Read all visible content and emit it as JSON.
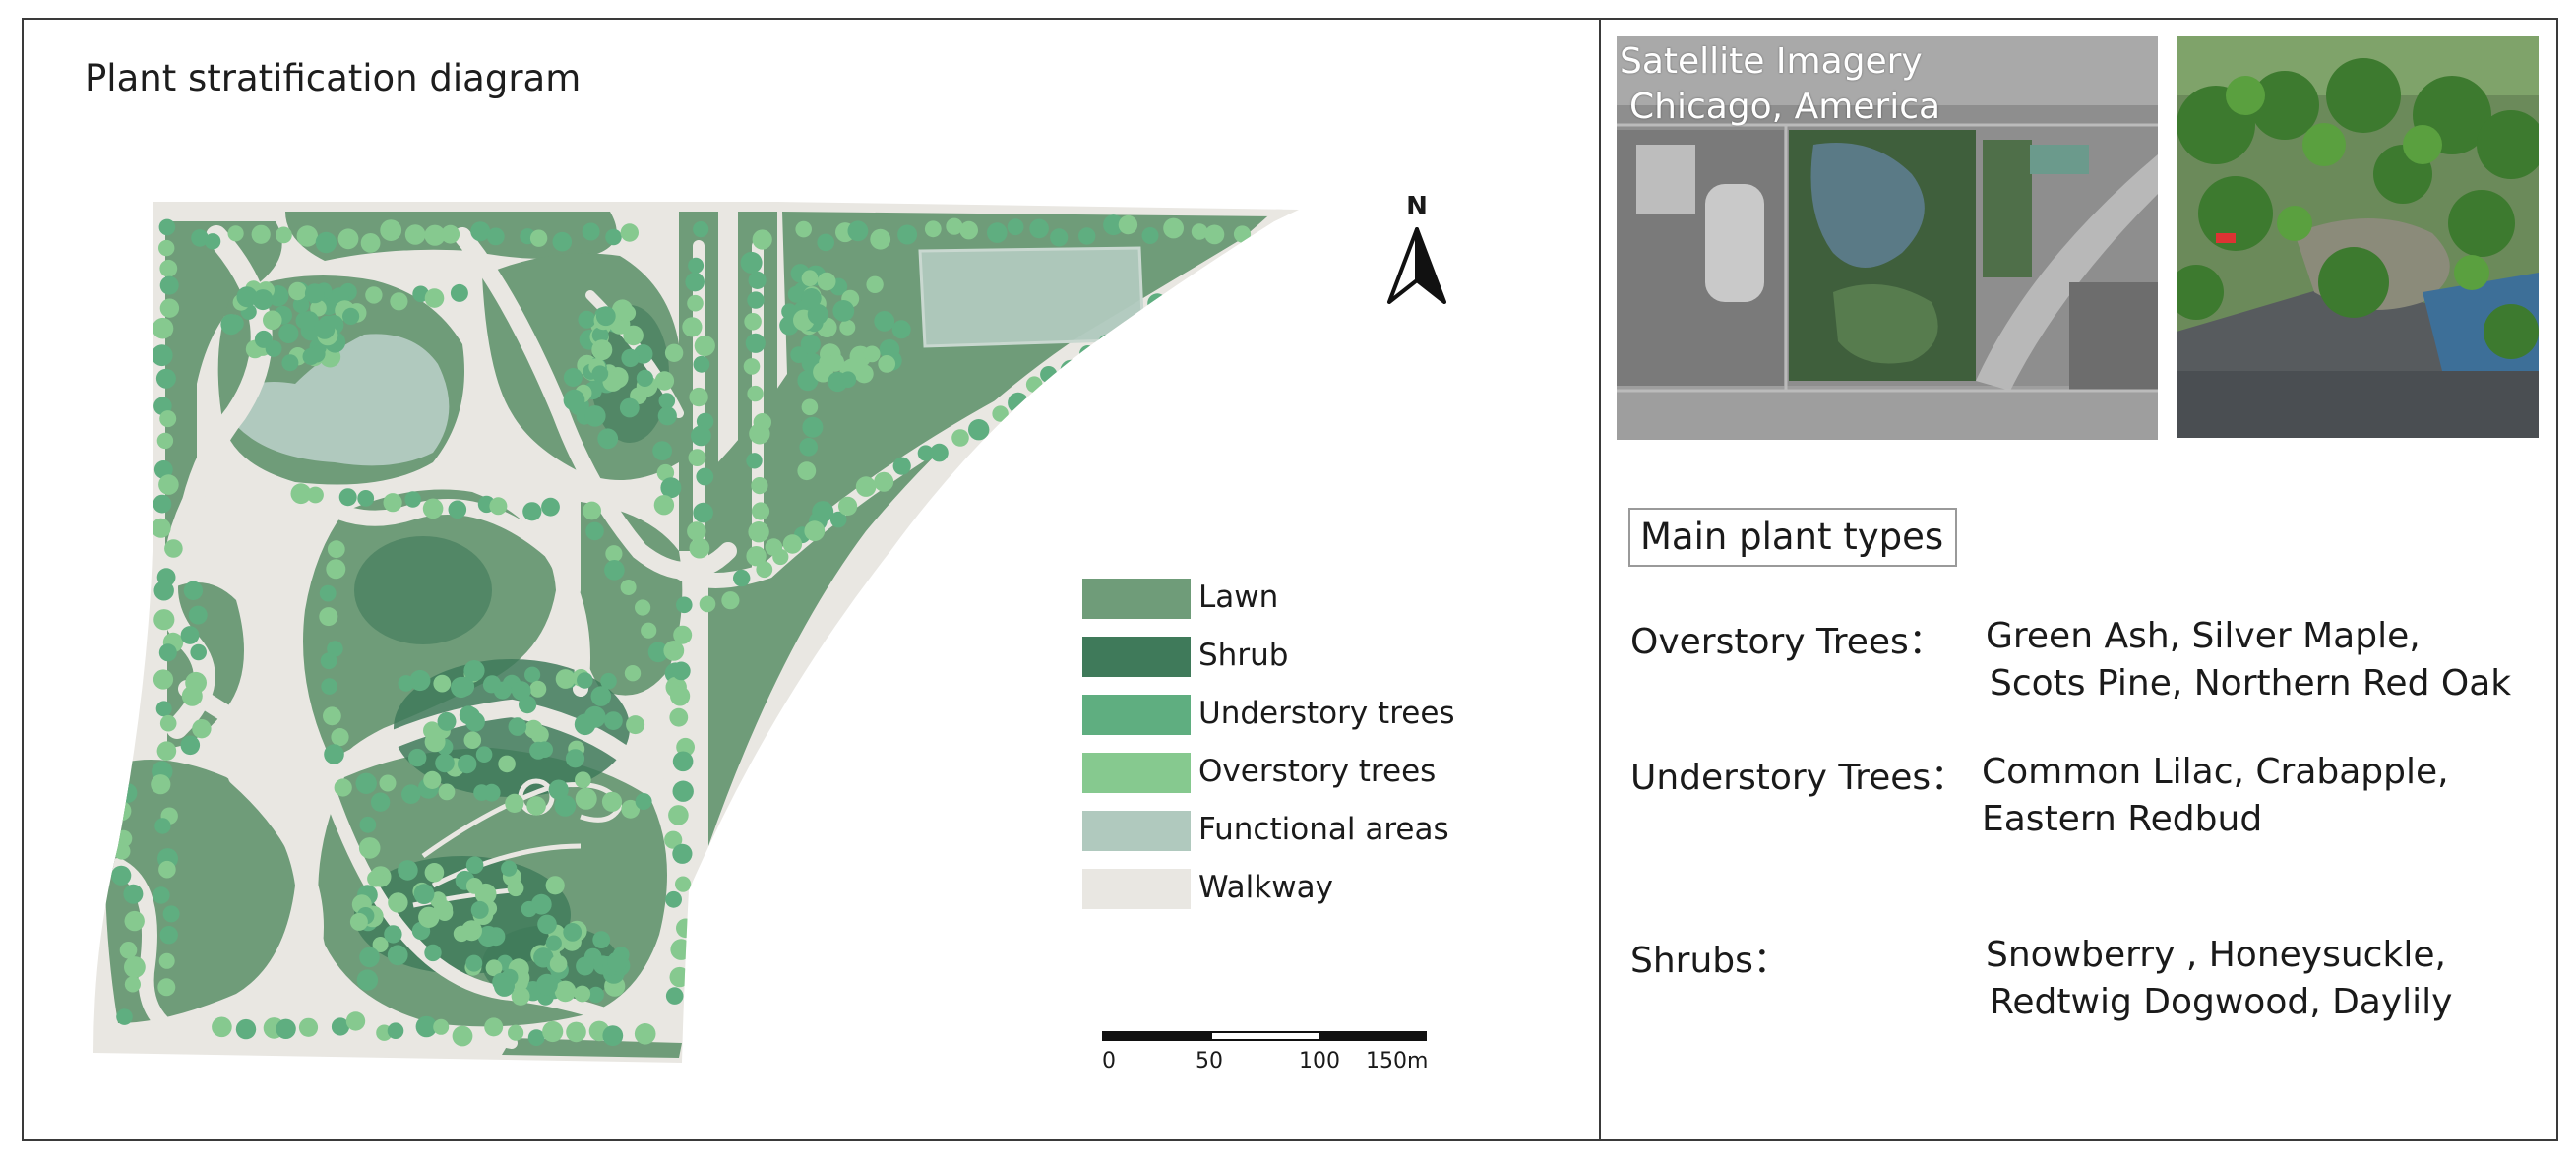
{
  "title": "Plant stratification diagram",
  "compass": {
    "label": "N"
  },
  "legend": [
    {
      "label": "Lawn",
      "color": "#6f9c79"
    },
    {
      "label": "Shrub",
      "color": "#3f7a5a"
    },
    {
      "label": "Understory trees",
      "color": "#5fae80"
    },
    {
      "label": "Overstory trees",
      "color": "#86c98f"
    },
    {
      "label": "Functional areas",
      "color": "#b0c9be"
    },
    {
      "label": "Walkway",
      "color": "#e9e7e2"
    }
  ],
  "scale_bar": {
    "ticks": [
      "0",
      "50",
      "100",
      "150m"
    ]
  },
  "satellite": {
    "caption_line1": "Satellite Imagery",
    "caption_line2": "Chicago, America"
  },
  "main_plant_types": {
    "heading": "Main plant types",
    "overstory": {
      "label": "Overstory Trees：",
      "line1": "Green Ash, Silver Maple,",
      "line2": "Scots Pine, Northern Red Oak"
    },
    "understory": {
      "label": "Understory Trees：",
      "line1": "Common Lilac, Crabapple,",
      "line2": "Eastern Redbud"
    },
    "shrubs": {
      "label": "Shrubs：",
      "line1": "Snowberry , Honeysuckle,",
      "line2": "Redtwig Dogwood, Daylily"
    }
  }
}
